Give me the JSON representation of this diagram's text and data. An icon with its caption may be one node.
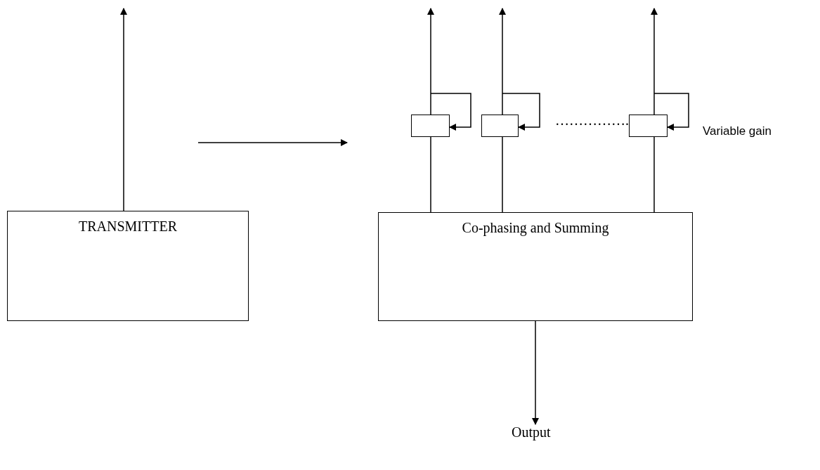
{
  "diagram": {
    "nodes": [
      {
        "text": [
          "TRANSMITTER"
        ]
      },
      {
        "text": [
          "Co-phasing and Summing"
        ]
      },
      {
        "text": [],
        "shape": "box"
      },
      {
        "text": [],
        "shape": "box"
      },
      {
        "text": [],
        "shape": "box"
      },
      {
        "text": [
          "Output"
        ]
      }
    ],
    "edges": [
      {
        "from": 0,
        "to": null,
        "arrow": "to"
      },
      {
        "from": 1,
        "to": 2,
        "arrow": "none"
      },
      {
        "from": 1,
        "to": 3,
        "arrow": "none"
      },
      {
        "from": 1,
        "to": 4,
        "arrow": "none"
      },
      {
        "from": 2,
        "to": null,
        "arrow": "to"
      },
      {
        "from": 3,
        "to": null,
        "arrow": "to"
      },
      {
        "from": 4,
        "to": null,
        "arrow": "to"
      },
      {
        "from": null,
        "to": 2,
        "arrow": "to"
      },
      {
        "from": null,
        "to": 3,
        "arrow": "to"
      },
      {
        "from": null,
        "to": 4,
        "arrow": "to"
      },
      {
        "from": 1,
        "to": 5,
        "arrow": "to"
      }
    ],
    "labels": [
      "…………….",
      "Variable gain"
    ]
  }
}
